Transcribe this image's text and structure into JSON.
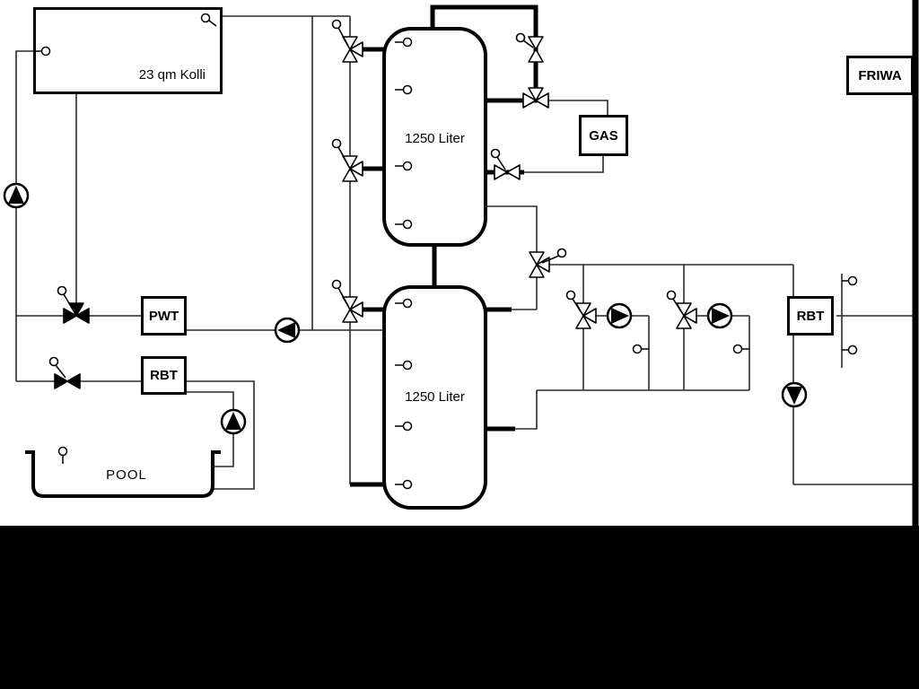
{
  "labels": {
    "collector": "23 qm Kolli",
    "tank_top": "1250 Liter",
    "tank_bottom": "1250 Liter",
    "gas": "GAS",
    "friwa": "FRIWA",
    "pwt": "PWT",
    "rbt_left": "RBT",
    "rbt_right": "RBT",
    "pool": "POOL"
  },
  "colors": {
    "pipe_thick": "#000000",
    "pipe_thin": "#2a2a2a",
    "background": "#ffffff",
    "bottom_mask": "#000000"
  },
  "icons": {
    "pump-icon": "circle with solid directional triangle",
    "motor-valve-icon": "two outlined triangles tip-to-tip with actuator circle",
    "three-way-valve-icon": "three outlined triangles tip-to-tip with actuator circle",
    "mixing-valve-filled-icon": "solid black bowtie valve with actuator circle",
    "temperature-sensor-icon": "small circle with short stem"
  }
}
